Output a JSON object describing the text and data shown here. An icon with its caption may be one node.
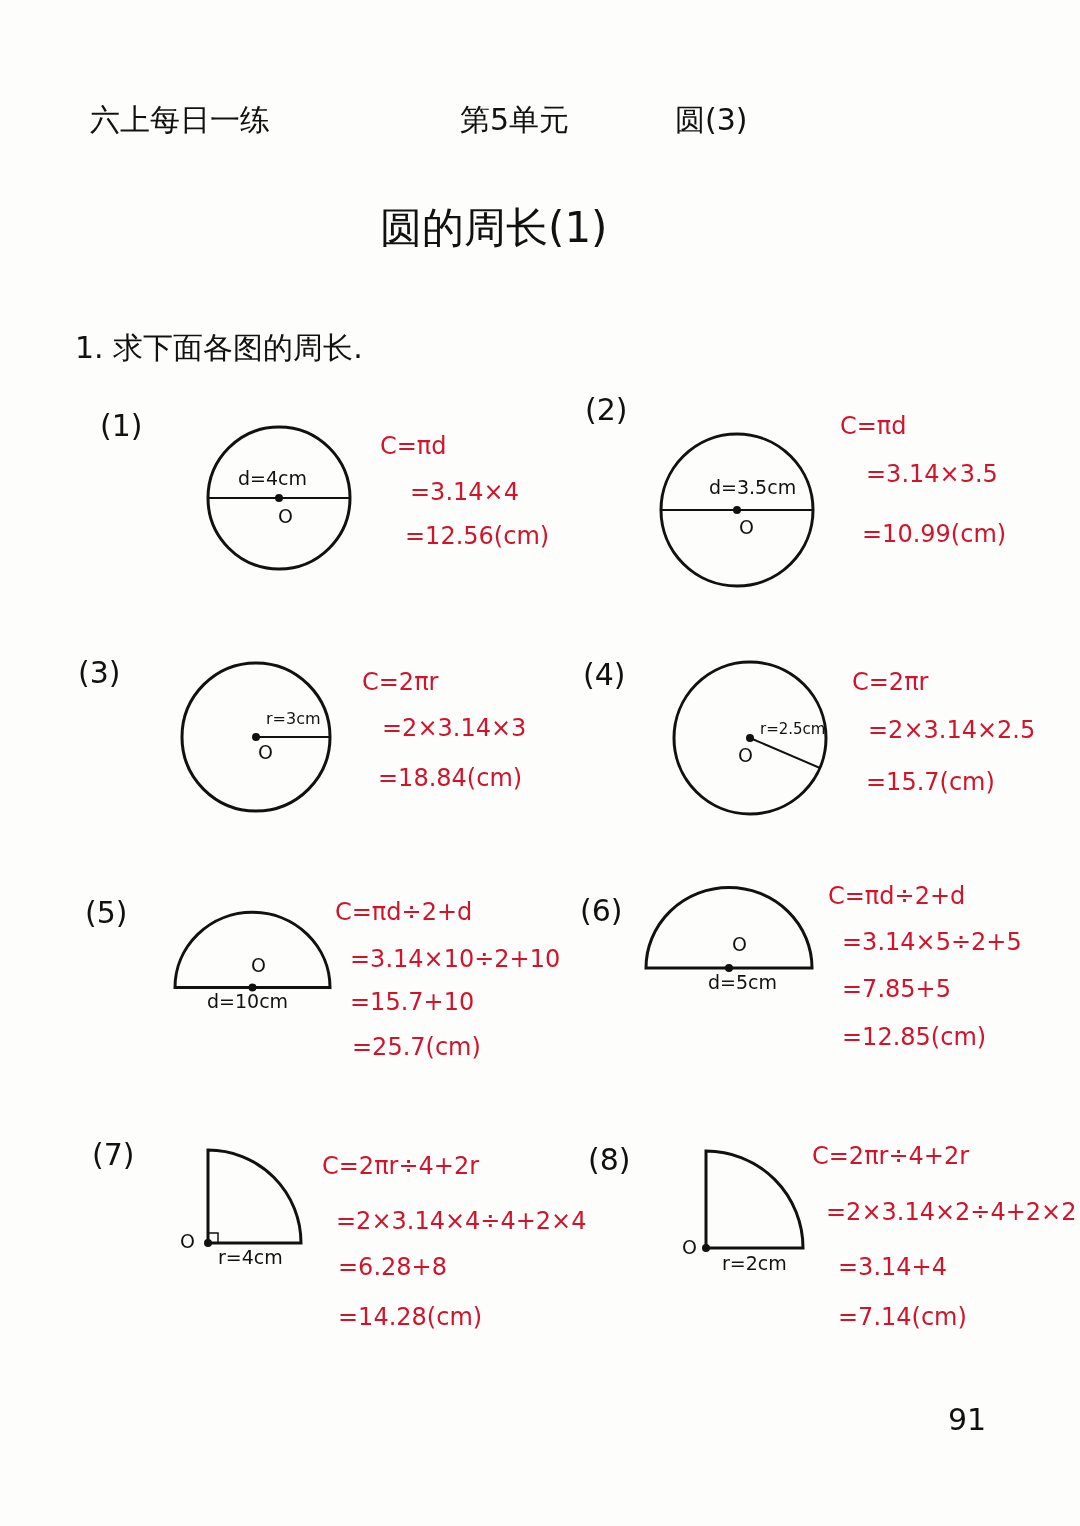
{
  "diagram": {
    "title": "圆的周长(1)",
    "nodes": [
      {
        "text": [
          "d=4cm",
          "O"
        ]
      },
      {
        "text": [
          "d=3.5cm",
          "O"
        ]
      },
      {
        "text": [
          "r=3cm",
          "O"
        ]
      },
      {
        "text": [
          "r=2.5cm",
          "O"
        ]
      },
      {
        "text": [
          "O",
          "d=10cm"
        ]
      },
      {
        "text": [
          "O",
          "d=5cm"
        ]
      },
      {
        "text": [
          "O",
          "r=4cm"
        ]
      },
      {
        "text": [
          "O",
          "r=2cm"
        ]
      }
    ],
    "labels": [
      "六上每日一练",
      "第5单元",
      "圆(3)",
      "1. 求下面各图的周长.",
      "(1)",
      "C=πd",
      "=3.14×4",
      "=12.56(cm)",
      "(2)",
      "C=πd",
      "=3.14×3.5",
      "=10.99(cm)",
      "(3)",
      "C=2πr",
      "=2×3.14×3",
      "=18.84(cm)",
      "(4)",
      "C=2πr",
      "=2×3.14×2.5",
      "=15.7(cm)",
      "(5)",
      "C=πd÷2+d",
      "=3.14×10÷2+10",
      "=15.7+10",
      "=25.7(cm)",
      "(6)",
      "C=πd÷2+d",
      "=3.14×5÷2+5",
      "=7.85+5",
      "=12.85(cm)",
      "(7)",
      "C=2πr÷4+2r",
      "=2×3.14×4÷4+2×4",
      "=6.28+8",
      "=14.28(cm)",
      "(8)",
      "C=2πr÷4+2r",
      "=2×3.14×2÷4+2×2",
      "=3.14+4",
      "=7.14(cm)",
      "91"
    ]
  }
}
